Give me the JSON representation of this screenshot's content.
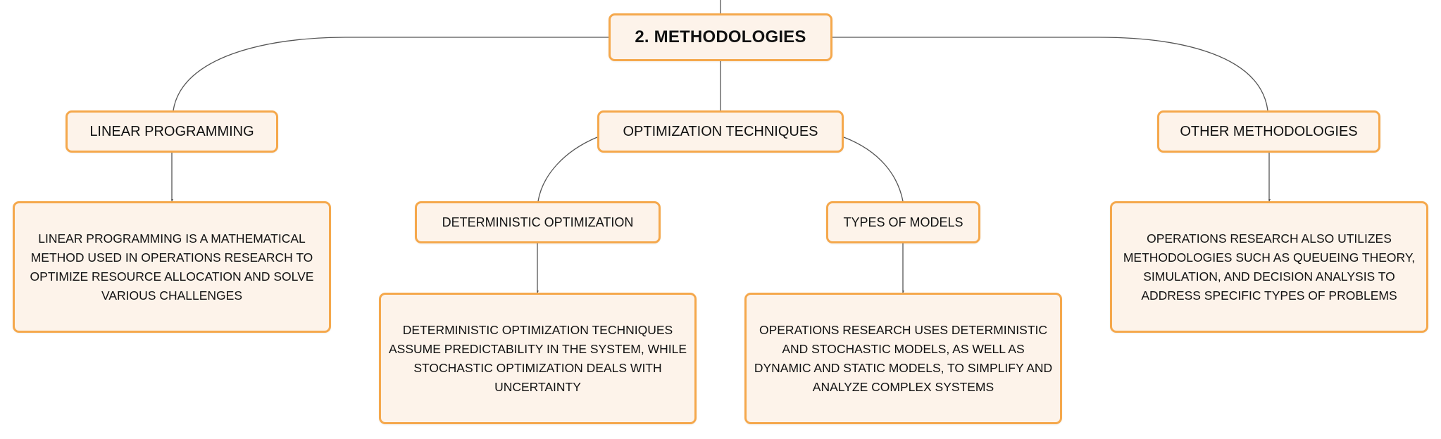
{
  "colors": {
    "node_fill": "#fdf3ea",
    "node_border": "#f5a84c",
    "connector": "#555555",
    "text": "#111111"
  },
  "root": {
    "label": "2. METHODOLOGIES"
  },
  "branches": [
    {
      "label": "LINEAR PROGRAMMING",
      "description": "LINEAR PROGRAMMING IS A MATHEMATICAL METHOD USED IN OPERATIONS RESEARCH TO OPTIMIZE RESOURCE ALLOCATION AND SOLVE VARIOUS CHALLENGES"
    },
    {
      "label": "OPTIMIZATION TECHNIQUES",
      "children": [
        {
          "label": "DETERMINISTIC OPTIMIZATION",
          "description": "DETERMINISTIC OPTIMIZATION TECHNIQUES ASSUME PREDICTABILITY IN THE SYSTEM, WHILE STOCHASTIC OPTIMIZATION DEALS WITH UNCERTAINTY"
        },
        {
          "label": "TYPES OF MODELS",
          "description": "OPERATIONS RESEARCH USES DETERMINISTIC AND STOCHASTIC MODELS, AS WELL AS DYNAMIC AND STATIC MODELS, TO SIMPLIFY AND ANALYZE COMPLEX SYSTEMS"
        }
      ]
    },
    {
      "label": "OTHER METHODOLOGIES",
      "description": "OPERATIONS RESEARCH ALSO UTILIZES METHODOLOGIES SUCH AS QUEUEING THEORY, SIMULATION, AND DECISION ANALYSIS TO ADDRESS SPECIFIC TYPES OF PROBLEMS"
    }
  ]
}
